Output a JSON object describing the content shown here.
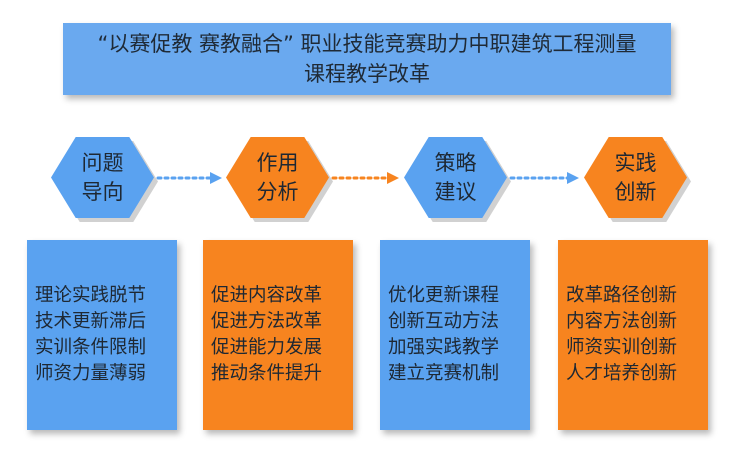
{
  "title": {
    "line1": "“以赛促教 赛教融合” 职业技能竞赛助力中职建筑工程测量",
    "line2": "课程教学改革"
  },
  "steps": [
    {
      "line1": "问题",
      "line2": "导向",
      "color": "#5aa2f0",
      "items": [
        "理论实践脱节",
        "技术更新滞后",
        "实训条件限制",
        "师资力量薄弱"
      ]
    },
    {
      "line1": "作用",
      "line2": "分析",
      "color": "#f7841f",
      "items": [
        "促进内容改革",
        "促进方法改革",
        "促进能力发展",
        "推动条件提升"
      ]
    },
    {
      "line1": "策略",
      "line2": "建议",
      "color": "#5aa2f0",
      "items": [
        "优化更新课程",
        "创新互动方法",
        "加强实践教学",
        "建立竞赛机制"
      ]
    },
    {
      "line1": "实践",
      "line2": "创新",
      "color": "#f7841f",
      "items": [
        "改革路径创新",
        "内容方法创新",
        "师资实训创新",
        "人才培养创新"
      ]
    }
  ],
  "arrow_colors": [
    "#5aa2f0",
    "#f7841f",
    "#5aa2f0"
  ]
}
